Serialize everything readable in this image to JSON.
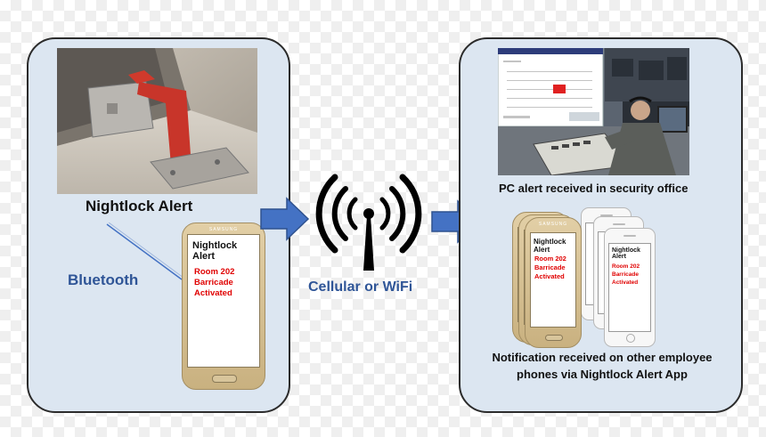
{
  "labels": {
    "nightlock_alert": "Nightlock Alert",
    "bluetooth": "Bluetooth",
    "cellular_wifi": "Cellular or WiFi",
    "pc_alert": "PC alert received in security office",
    "notification": "Notification received on other employee phones via Nightlock Alert App"
  },
  "phone": {
    "brand": "SAMSUNG",
    "title": "Nightlock Alert",
    "message": "Room 202 Barricade Activated"
  },
  "colors": {
    "panel_fill": "#dce6f1",
    "arrow_blue": "#4472c4",
    "label_blue": "#2f5597",
    "alert_red": "#e00000"
  },
  "icons": {
    "broadcast": "broadcast-antenna-icon"
  }
}
